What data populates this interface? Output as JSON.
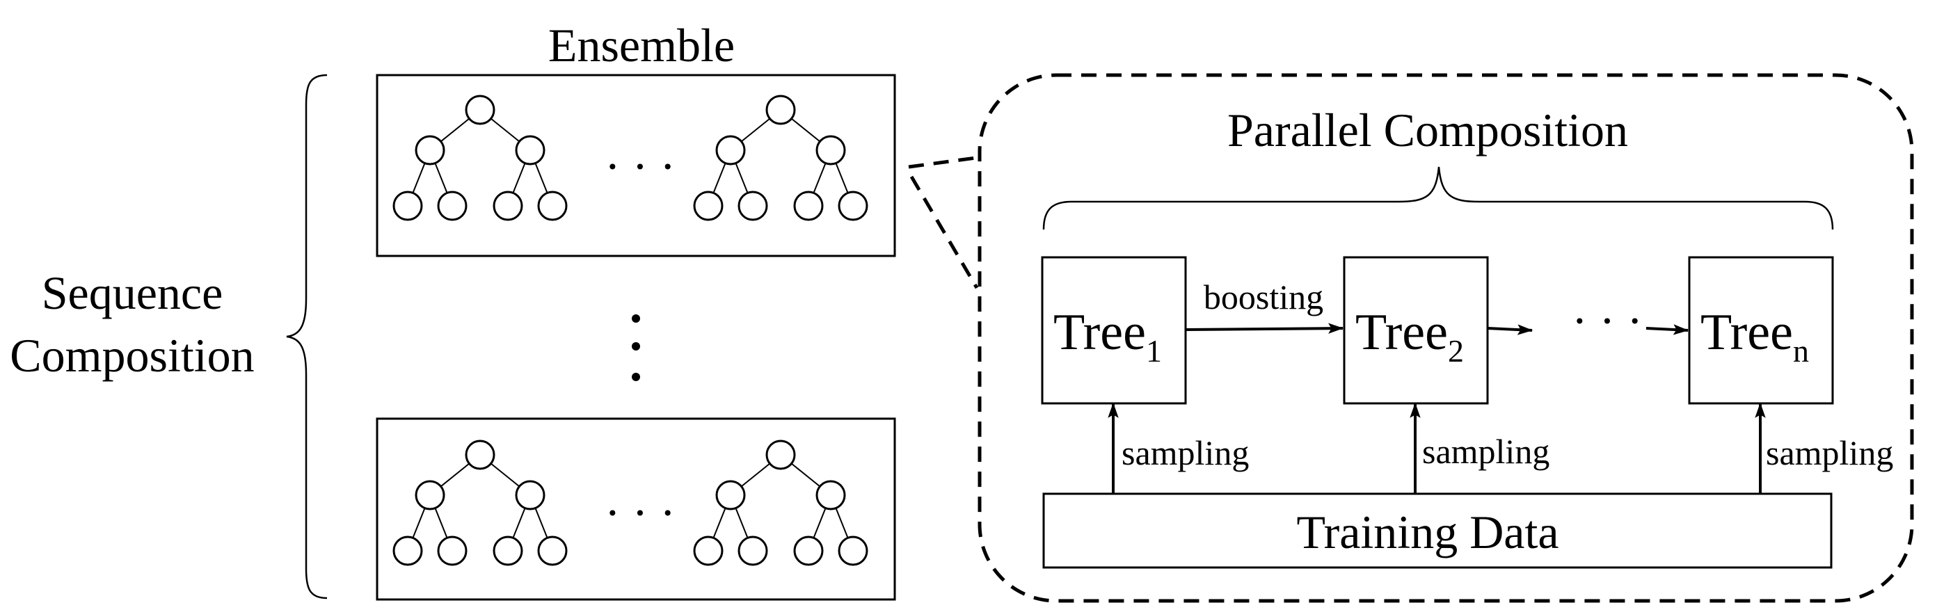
{
  "ensemble_title": "Ensemble",
  "sequence_label_line1": "Sequence",
  "sequence_label_line2": "Composition",
  "parallel_title": "Parallel Composition",
  "trees": [
    {
      "name": "Tree",
      "sub": "1"
    },
    {
      "name": "Tree",
      "sub": "2"
    },
    {
      "name": "Tree",
      "sub": "n"
    }
  ],
  "boosting_label": "boosting",
  "sampling_label": "sampling",
  "training_data_label": "Training Data",
  "ellipsis": "· · ·"
}
